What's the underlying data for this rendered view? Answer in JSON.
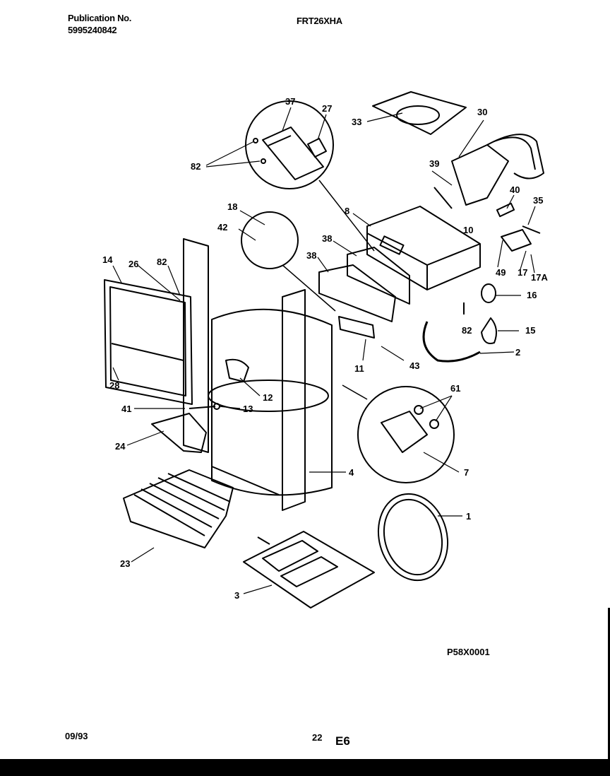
{
  "header": {
    "publication_label": "Publication No.",
    "publication_number": "5995240842",
    "model": "FRT26XHA"
  },
  "diagram_code": "P58X0001",
  "footer": {
    "date": "09/93",
    "page": "22",
    "section": "E6"
  },
  "callouts": [
    "37",
    "27",
    "33",
    "30",
    "82",
    "39",
    "40",
    "35",
    "18",
    "8",
    "42",
    "38",
    "38",
    "10",
    "14",
    "26",
    "82",
    "49",
    "17",
    "17A",
    "16",
    "82",
    "15",
    "2",
    "11",
    "43",
    "12",
    "28",
    "41",
    "13",
    "61",
    "24",
    "4",
    "7",
    "1",
    "23",
    "3"
  ]
}
